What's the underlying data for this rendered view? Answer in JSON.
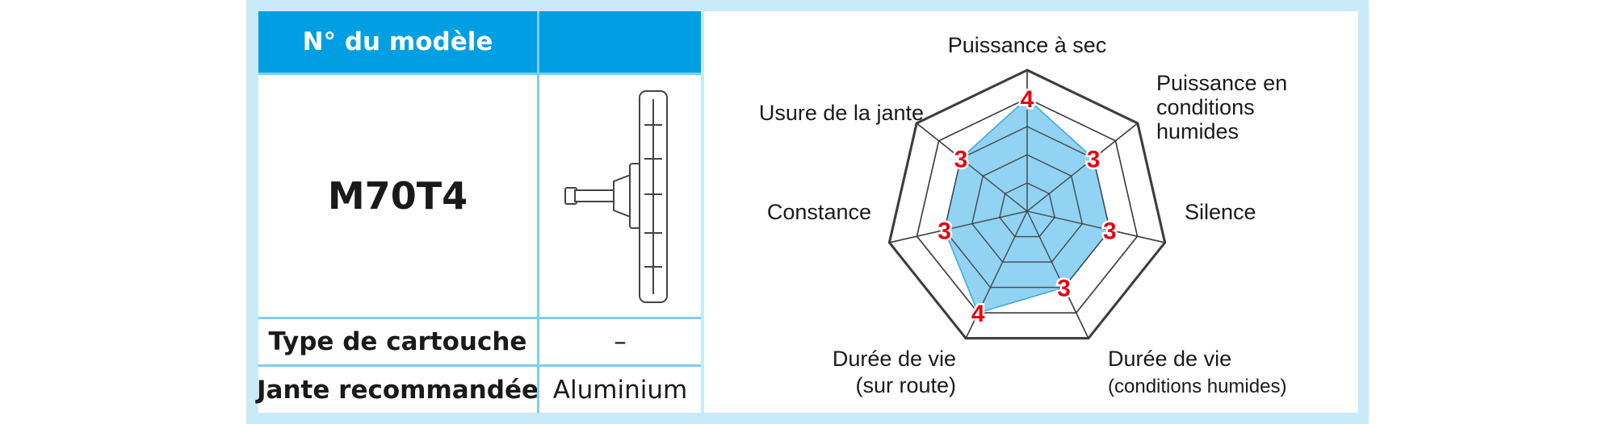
{
  "table": {
    "header_model_no": "N° du modèle",
    "header_image": "",
    "model_name": "M70T4",
    "row_cartridge_label": "Type de cartouche",
    "row_cartridge_value": "–",
    "row_rim_label": "Jante recommandée",
    "row_rim_value": "Aluminium"
  },
  "icons": {
    "product": "brake-pad-icon"
  },
  "colors": {
    "frame": "#c8e9f8",
    "header": "#009fe3",
    "fill": "#7fcaf0",
    "values": "#e30613"
  },
  "chart_data": {
    "type": "radar",
    "max": 5,
    "axes": [
      {
        "label": [
          "Puissance à sec"
        ],
        "value": 4
      },
      {
        "label": [
          "Puissance en",
          "conditions",
          "humides"
        ],
        "value": 3
      },
      {
        "label": [
          "Silence"
        ],
        "value": 3
      },
      {
        "label": [
          "Durée de vie",
          "(conditions humides)"
        ],
        "value": 3
      },
      {
        "label": [
          "Durée de vie",
          "(sur route)"
        ],
        "value": 4
      },
      {
        "label": [
          "Constance"
        ],
        "value": 3
      },
      {
        "label": [
          "Usure de la jante"
        ],
        "value": 3
      }
    ],
    "grid": true
  }
}
